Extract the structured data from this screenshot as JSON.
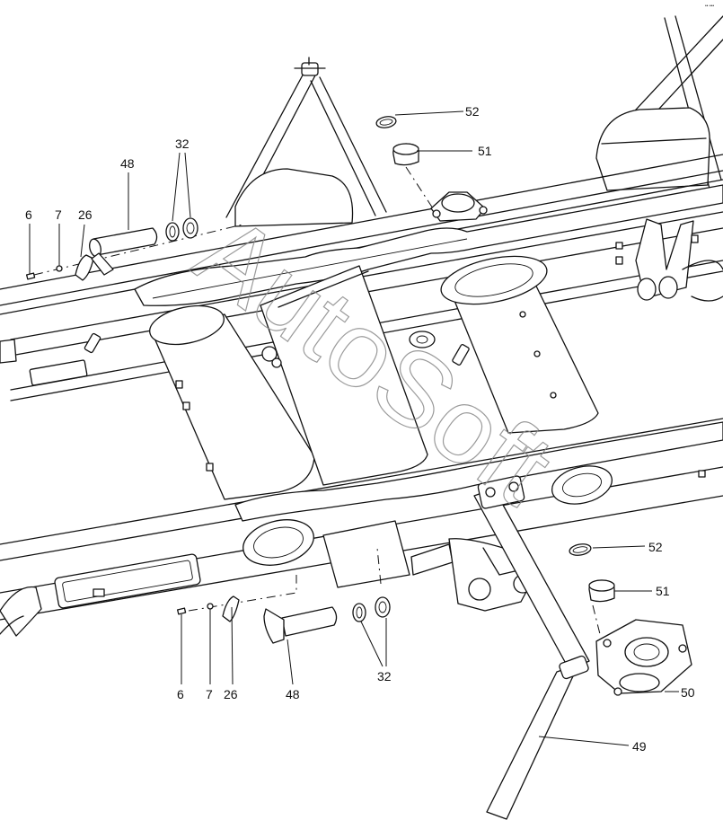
{
  "watermark": "AutoSoft",
  "corner_mark": "•• •••",
  "callouts": {
    "upper": {
      "c6": "6",
      "c7": "7",
      "c26": "26",
      "c48": "48",
      "c32": "32",
      "c52": "52",
      "c51": "51"
    },
    "lower": {
      "c6": "6",
      "c7": "7",
      "c26": "26",
      "c48": "48",
      "c32": "32",
      "c52": "52",
      "c51": "51",
      "c50": "50",
      "c49": "49"
    }
  }
}
